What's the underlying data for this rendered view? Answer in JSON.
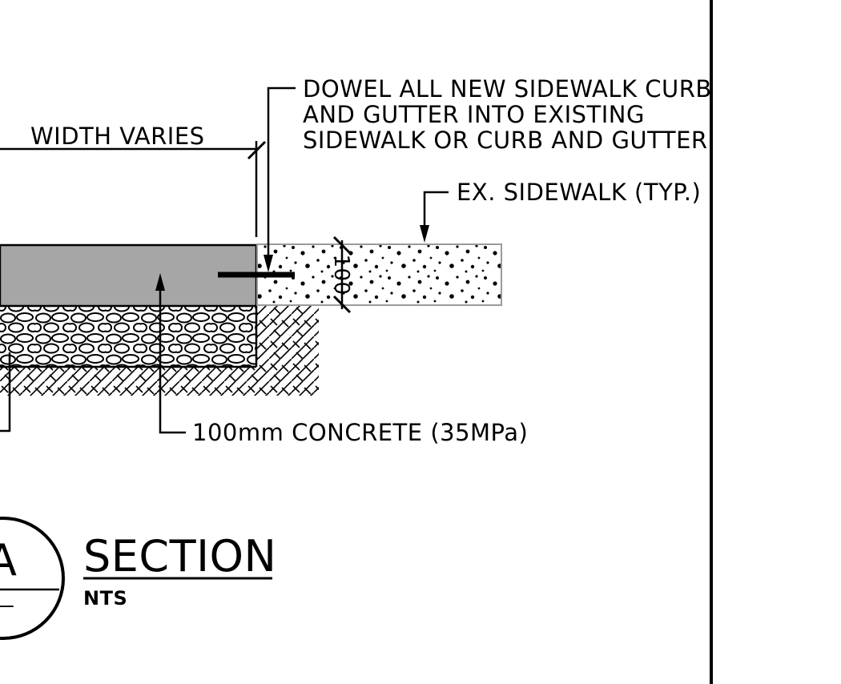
{
  "labels": {
    "dowel_note": [
      "DOWEL ALL NEW SIDEWALK CURB",
      "AND GUTTER INTO EXISTING",
      "SIDEWALK OR CURB AND GUTTER"
    ],
    "width_varies": "WIDTH VARIES",
    "ex_sidewalk": "EX. SIDEWALK (TYP.)",
    "concrete": "100mm CONCRETE (35MPa)",
    "thickness": "100"
  },
  "title_block": {
    "section_letter": "A",
    "section_title": "SECTION",
    "scale_note": "NTS",
    "sheet_ref": "—"
  },
  "colors": {
    "line": "#000000",
    "concrete_fill": "#a6a6a6",
    "existing_outline": "#9a9a9a"
  }
}
